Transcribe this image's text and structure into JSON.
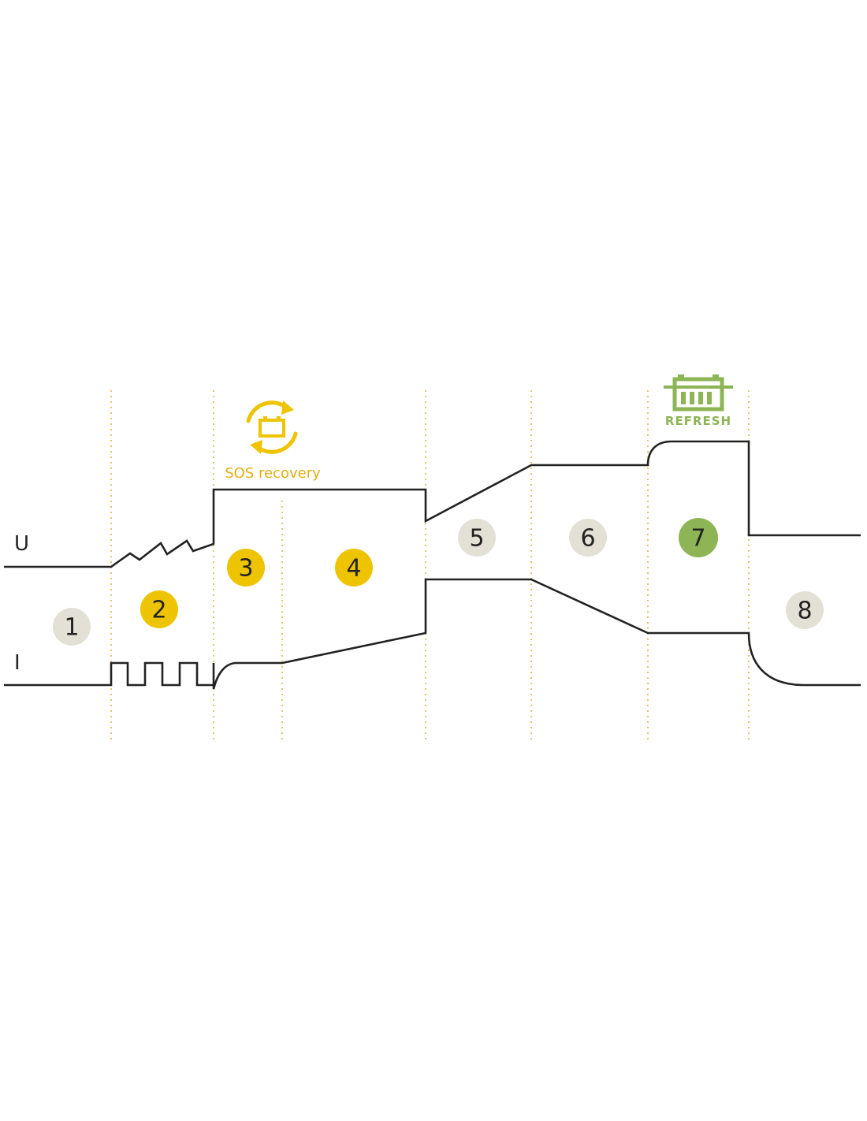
{
  "axes": {
    "voltage_label": "U",
    "current_label": "I"
  },
  "steps": [
    {
      "number": "1",
      "state": "neutral"
    },
    {
      "number": "2",
      "state": "highlight"
    },
    {
      "number": "3",
      "state": "highlight"
    },
    {
      "number": "4",
      "state": "highlight"
    },
    {
      "number": "5",
      "state": "neutral"
    },
    {
      "number": "6",
      "state": "neutral"
    },
    {
      "number": "7",
      "state": "refresh"
    },
    {
      "number": "8",
      "state": "neutral"
    }
  ],
  "annotations": {
    "sos": {
      "label": "SOS recovery",
      "icon": "battery-recycle-icon"
    },
    "refresh": {
      "label": "REFRESH",
      "icon": "battery-refresh-icon"
    }
  },
  "colors": {
    "neutral": "#e3e1d5",
    "highlight": "#eec400",
    "refresh": "#8db555",
    "sos_text": "#e2ae12",
    "refresh_text": "#8db555",
    "line": "#222222",
    "divider": "#e0b64a"
  }
}
